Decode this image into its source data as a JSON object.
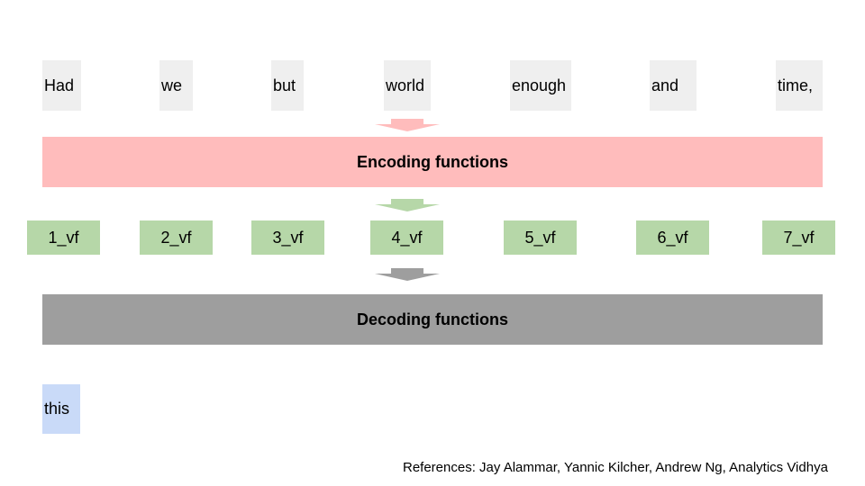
{
  "colors": {
    "word_box": "#efefef",
    "encoding_band": "#ffbcbc",
    "vector_box": "#b6d7a8",
    "decoding_band": "#9e9e9e",
    "output_box": "#c9daf8",
    "arrow_encode": "#ffbcbc",
    "arrow_vector": "#b6d7a8",
    "arrow_decode": "#9e9e9e"
  },
  "input_words": [
    "Had",
    "we",
    "but",
    "world",
    "enough",
    "and",
    "time,"
  ],
  "encoding_label": "Encoding functions",
  "vectors": [
    "1_vf",
    "2_vf",
    "3_vf",
    "4_vf",
    "5_vf",
    "6_vf",
    "7_vf"
  ],
  "decoding_label": "Decoding functions",
  "output_word": "this",
  "references": "References: Jay Alammar, Yannic Kilcher, Andrew Ng, Analytics Vidhya",
  "icons": [
    "arrow-down-icon"
  ]
}
